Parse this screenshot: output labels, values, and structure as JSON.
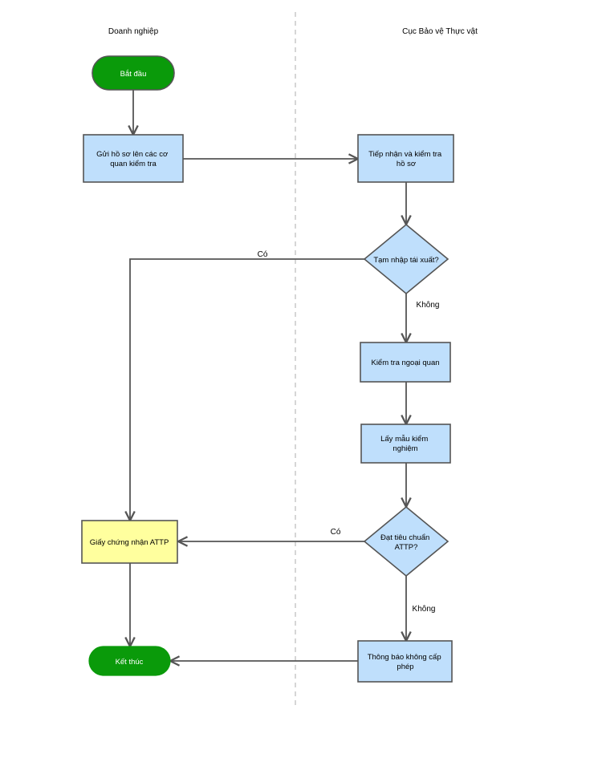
{
  "lanes": {
    "left": "Doanh nghiệp",
    "right": "Cục Bảo vệ Thực vật"
  },
  "colors": {
    "terminal_fill": "#0a9a0a",
    "process_fill": "#bfdffc",
    "result_fill": "#ffff9e",
    "stroke": "#555555",
    "divider": "#c8c8c8"
  },
  "nodes": {
    "start": "Bắt đầu",
    "submit": [
      "Gửi hồ sơ lên các cơ",
      "quan kiểm tra"
    ],
    "receive": [
      "Tiếp nhận và kiểm tra",
      "hồ sơ"
    ],
    "temp_import": "Tạm nhập tái xuất?",
    "inspect": "Kiểm tra ngoại quan",
    "sample": [
      "Lấy mẫu kiểm",
      "nghiệm"
    ],
    "meets_standard": [
      "Đạt tiêu chuẩn",
      "ATTP?"
    ],
    "certificate": "Giấy chứng nhận ATTP",
    "reject_notice": [
      "Thông báo không cấp",
      "phép"
    ],
    "end": "Kết thúc"
  },
  "edge_labels": {
    "temp_yes": "Có",
    "temp_no": "Không",
    "standard_yes": "Có",
    "standard_no": "Không"
  }
}
